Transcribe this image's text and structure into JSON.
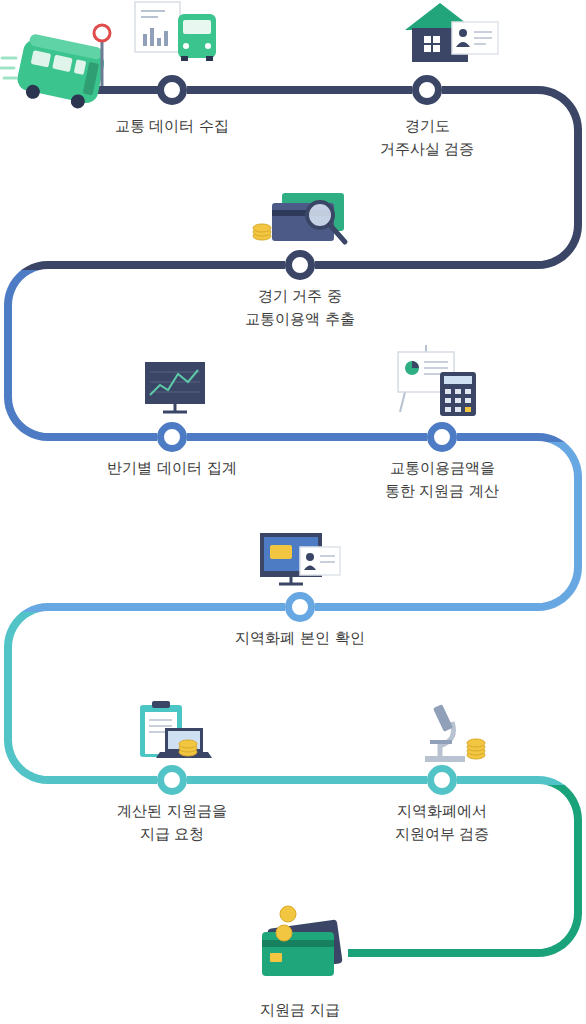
{
  "diagram": {
    "nodes": [
      {
        "text": [
          "교통 데이터 수집"
        ]
      },
      {
        "text": [
          "경기도 거주사실 검증"
        ]
      },
      {
        "text": [
          "경기 거주 중 교통이용액 추출"
        ]
      },
      {
        "text": [
          "반기별 데이터 집계"
        ]
      },
      {
        "text": [
          "교통이용금액을 통한 지원금 계산"
        ]
      },
      {
        "text": [
          "지역화폐 본인 확인"
        ]
      },
      {
        "text": [
          "계산된 지원금을 지급 요청"
        ]
      },
      {
        "text": [
          "지역화폐에서 지원여부 검증"
        ]
      },
      {
        "text": [
          "지원금 지급"
        ]
      }
    ],
    "edges": [
      {
        "from": 0,
        "to": 1,
        "arrow": "none"
      },
      {
        "from": 1,
        "to": 2,
        "arrow": "none"
      },
      {
        "from": 2,
        "to": 3,
        "arrow": "none"
      },
      {
        "from": 3,
        "to": 4,
        "arrow": "none"
      },
      {
        "from": 4,
        "to": 5,
        "arrow": "none"
      },
      {
        "from": 5,
        "to": 6,
        "arrow": "none"
      },
      {
        "from": 6,
        "to": 7,
        "arrow": "none"
      },
      {
        "from": 7,
        "to": 8,
        "arrow": "none"
      }
    ]
  }
}
